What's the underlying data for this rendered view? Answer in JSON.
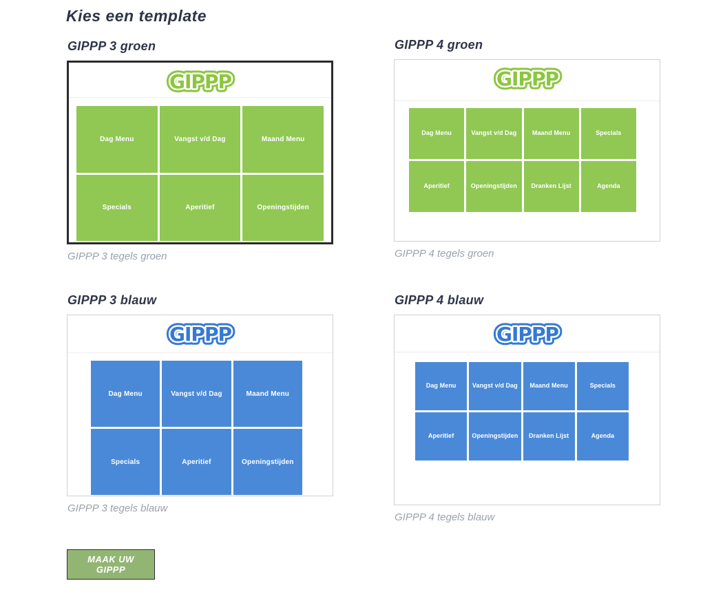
{
  "page": {
    "title": "Kies een template"
  },
  "brand": {
    "logo_text": "GIPPP"
  },
  "colors": {
    "tile-green": "#90c853",
    "logo-green": "#8cc63f",
    "tile-blue": "#4a89d8",
    "logo-blue": "#3579d4",
    "ink": "#2e3547",
    "caption": "#9aa1ae",
    "card-border": "#d0d0d0",
    "selected-border": "#2a2a2a",
    "divider": "#ededed",
    "button-bg": "#93b574",
    "button-border": "#2b2b2b"
  },
  "templates": [
    {
      "heading": "GIPPP 3 groen",
      "caption": "GIPPP 3 tegels groen",
      "color": "groen",
      "columns": 3,
      "selected": true,
      "tiles": [
        "Dag Menu",
        "Vangst v/d Dag",
        "Maand Menu",
        "Specials",
        "Aperitief",
        "Openingstijden"
      ]
    },
    {
      "heading": "GIPPP 4 groen",
      "caption": "GIPPP 4 tegels groen",
      "color": "groen",
      "columns": 4,
      "selected": false,
      "tiles": [
        "Dag Menu",
        "Vangst v/d Dag",
        "Maand Menu",
        "Specials",
        "Aperitief",
        "Openingstijden",
        "Dranken Lijst",
        "Agenda"
      ]
    },
    {
      "heading": "GIPPP 3 blauw",
      "caption": "GIPPP 3 tegels blauw",
      "color": "blauw",
      "columns": 3,
      "selected": false,
      "tiles": [
        "Dag Menu",
        "Vangst v/d Dag",
        "Maand Menu",
        "Specials",
        "Aperitief",
        "Openingstijden"
      ]
    },
    {
      "heading": "GIPPP 4 blauw",
      "caption": "GIPPP 4 tegels blauw",
      "color": "blauw",
      "columns": 4,
      "selected": false,
      "tiles": [
        "Dag Menu",
        "Vangst v/d Dag",
        "Maand Menu",
        "Specials",
        "Aperitief",
        "Openingstijden",
        "Dranken Lijst",
        "Agenda"
      ]
    }
  ],
  "action": {
    "button_label": "MAAK UW GIPPP"
  }
}
